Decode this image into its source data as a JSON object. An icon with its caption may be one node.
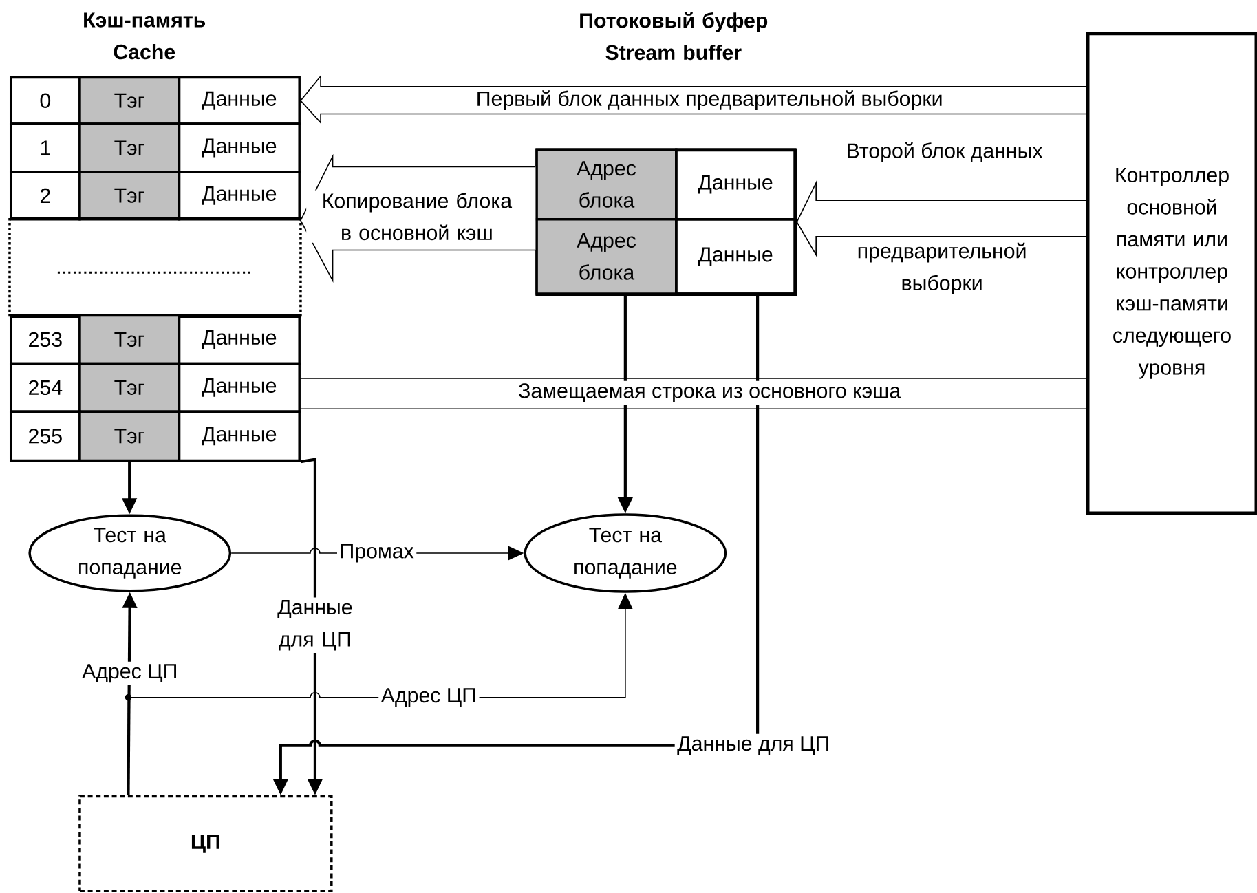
{
  "diagram": {
    "nodes": [
      {
        "text": [
          "0"
        ]
      },
      {
        "text": [
          "Тэг"
        ]
      },
      {
        "text": [
          "Данные"
        ]
      },
      {
        "text": [
          "1"
        ]
      },
      {
        "text": [
          "Тэг"
        ]
      },
      {
        "text": [
          "Данные"
        ]
      },
      {
        "text": [
          "2"
        ]
      },
      {
        "text": [
          "Тэг"
        ]
      },
      {
        "text": [
          "Данные"
        ]
      },
      {
        "text": [],
        "shape": "box"
      },
      {
        "text": [
          "253"
        ]
      },
      {
        "text": [
          "Тэг"
        ]
      },
      {
        "text": [
          "Данные"
        ]
      },
      {
        "text": [
          "254"
        ]
      },
      {
        "text": [
          "Тэг"
        ]
      },
      {
        "text": [
          "Данные"
        ]
      },
      {
        "text": [
          "255"
        ]
      },
      {
        "text": [
          "Тэг"
        ]
      },
      {
        "text": [
          "Данные"
        ]
      },
      {
        "text": [],
        "shape": "box"
      },
      {
        "text": [
          "Адрес блока"
        ],
        "in": 19
      },
      {
        "text": [
          "Данные"
        ],
        "in": 19
      },
      {
        "text": [
          "Адрес блока"
        ],
        "in": 19
      },
      {
        "text": [
          "Данные"
        ],
        "in": 19
      },
      {
        "text": [
          "Контроллер основной памяти или контроллер кэш-памяти следующего уровня"
        ]
      },
      {
        "text": [
          "Тест на попадание"
        ]
      },
      {
        "text": [
          "Тест на попадание"
        ]
      },
      {
        "text": [
          "ЦП"
        ]
      }
    ],
    "edges": [
      {
        "from": 24,
        "to": 2,
        "arrow": "to",
        "label": "Первый блок данных предварительной выборки"
      },
      {
        "from": 24,
        "to": 19,
        "arrow": "to",
        "label": "Второй блок данных"
      },
      {
        "from": 19,
        "to": 8,
        "arrow": "to",
        "label": "Копирование блока в основной кэш"
      },
      {
        "from": 15,
        "to": 24,
        "arrow": "none",
        "label": "Замещаемая строка из основного кэша"
      },
      {
        "from": 17,
        "to": 25,
        "arrow": "to"
      },
      {
        "from": 25,
        "to": 26,
        "arrow": "to",
        "label": "Промах"
      },
      {
        "from": 27,
        "to": 25,
        "arrow": "to",
        "label": "Адрес ЦП"
      },
      {
        "from": 27,
        "to": 26,
        "arrow": "to",
        "label": "Адрес ЦП"
      },
      {
        "from": 18,
        "to": 27,
        "arrow": "to",
        "label": "Данные для ЦП"
      },
      {
        "from": 22,
        "to": 26,
        "arrow": "to"
      },
      {
        "from": 23,
        "to": 27,
        "arrow": "to",
        "label": "Данные для ЦП"
      }
    ],
    "labels": [
      "Кэш-память Cache",
      "Потоковый буфер Stream buffer",
      "предварительной выборки"
    ]
  }
}
